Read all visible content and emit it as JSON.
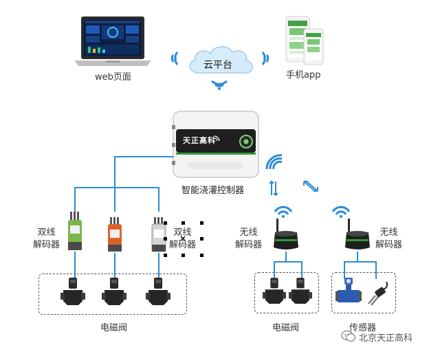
{
  "top": {
    "web_label": "web页面",
    "cloud_label": "云平台",
    "app_label": "手机app"
  },
  "controller": {
    "brand": "天正高科",
    "label": "智能浇灌控制器"
  },
  "wired_decoders": [
    {
      "label_line1": "双线",
      "label_line2": "解码器",
      "color": "#7ab648"
    },
    {
      "label_line1": "",
      "label_line2": "",
      "color": "#d9642a"
    },
    {
      "label_line1": "双线",
      "label_line2": "解码器",
      "color": "#c9c9c9"
    }
  ],
  "wireless_decoders": [
    {
      "label_line1": "无线",
      "label_line2": "解码器"
    },
    {
      "label_line1": "无线",
      "label_line2": "解码器"
    }
  ],
  "groups": {
    "valves_left": "电磁阀",
    "valves_right": "电磁阀",
    "sensors": "传感器"
  },
  "watermark": "北京天正高科",
  "colors": {
    "connector": "#2a8cd8",
    "wifi": "#2a8cd8",
    "controller_accent": "#2e9b3a"
  }
}
